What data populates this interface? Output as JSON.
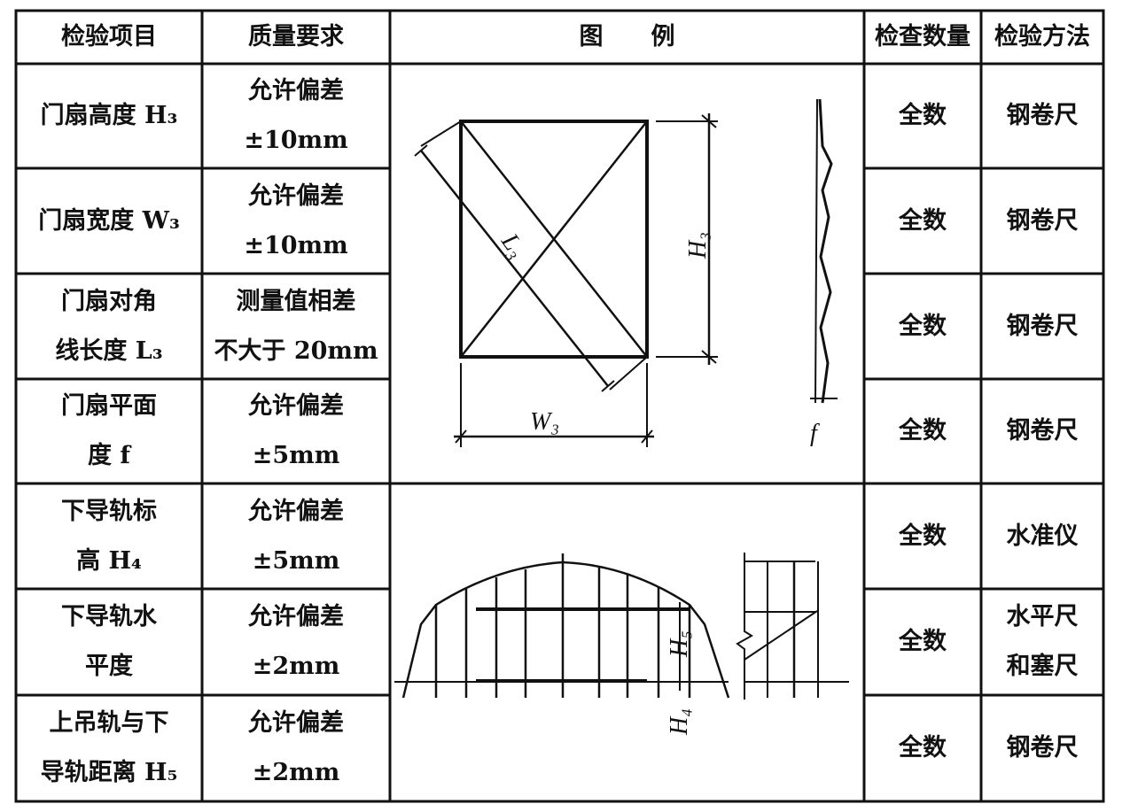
{
  "headers": [
    "检验项目",
    "质量要求",
    "图　　例",
    "检查数量",
    "检验方法"
  ],
  "rows": [
    {
      "item": [
        "门扇高度 H₃"
      ],
      "req": [
        "允许偏差",
        "±10mm"
      ],
      "qty": "全数",
      "method": [
        "钢卷尺"
      ]
    },
    {
      "item": [
        "门扇宽度 W₃"
      ],
      "req": [
        "允许偏差",
        "±10mm"
      ],
      "qty": "全数",
      "method": [
        "钢卷尺"
      ]
    },
    {
      "item": [
        "门扇对角",
        "线长度 L₃"
      ],
      "req": [
        "测量值相差",
        "不大于 20mm"
      ],
      "qty": "全数",
      "method": [
        "钢卷尺"
      ]
    },
    {
      "item": [
        "门扇平面",
        "度 f"
      ],
      "req": [
        "允许偏差",
        "±5mm"
      ],
      "qty": "全数",
      "method": [
        "钢卷尺"
      ]
    },
    {
      "item": [
        "下导轨标",
        "高 H₄"
      ],
      "req": [
        "允许偏差",
        "±5mm"
      ],
      "qty": "全数",
      "method": [
        "水准仪"
      ]
    },
    {
      "item": [
        "下导轨水",
        "平度"
      ],
      "req": [
        "允许偏差",
        "±2mm"
      ],
      "qty": "全数",
      "method": [
        "水平尺",
        "和塞尺"
      ]
    },
    {
      "item": [
        "上吊轨与下",
        "导轨距离 H₅"
      ],
      "req": [
        "允许偏差",
        "±2mm"
      ],
      "qty": "全数",
      "method": [
        "钢卷尺"
      ]
    }
  ],
  "figure_labels": {
    "L3": "L₃",
    "H3": "H₃",
    "W3": "W₃",
    "f": "f",
    "H5": "H₅",
    "H4": "H₄"
  }
}
